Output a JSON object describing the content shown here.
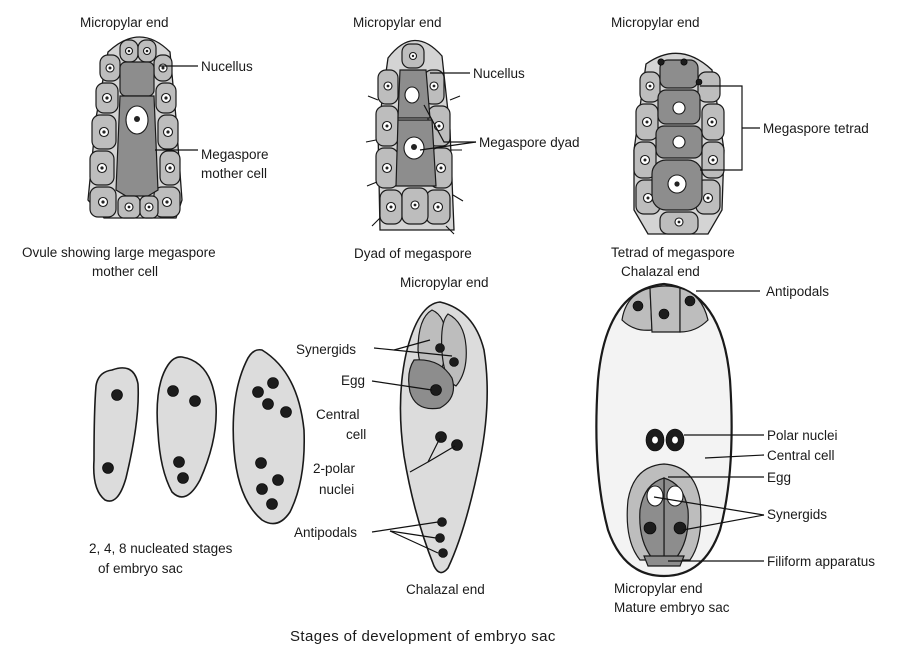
{
  "labels": {
    "p1_top": "Micropylar end",
    "p1_nucellus": "Nucellus",
    "p1_mmc_1": "Megaspore",
    "p1_mmc_2": "mother cell",
    "p1_cap_1": "Ovule showing  large megaspore",
    "p1_cap_2": "mother cell",
    "p2_top": "Micropylar end",
    "p2_nucellus": "Nucellus",
    "p2_dyad": "Megaspore dyad",
    "p2_cap": "Dyad of megaspore",
    "p3_top": "Micropylar end",
    "p3_tetrad": "Megaspore tetrad",
    "p3_cap": "Tetrad of megaspore",
    "p4_cap_1": "2, 4, 8 nucleated stages",
    "p4_cap_2": "of embryo sac",
    "p5_top": "Micropylar end",
    "p5_synergids": "Synergids",
    "p5_egg": "Egg",
    "p5_central_1": "Central",
    "p5_central_2": "cell",
    "p5_polar_1": "2-polar",
    "p5_polar_2": "nuclei",
    "p5_antipodals": "Antipodals",
    "p5_bottom": "Chalazal end",
    "p6_top": "Chalazal end",
    "p6_antipodals": "Antipodals",
    "p6_polar": "Polar nuclei",
    "p6_central": "Central cell",
    "p6_egg": "Egg",
    "p6_synergids": "Synergids",
    "p6_filiform": "Filiform apparatus",
    "p6_bottom": "Micropylar end",
    "p6_cap": "Mature embryo sac"
  },
  "caption": "Stages of development of embryo sac"
}
